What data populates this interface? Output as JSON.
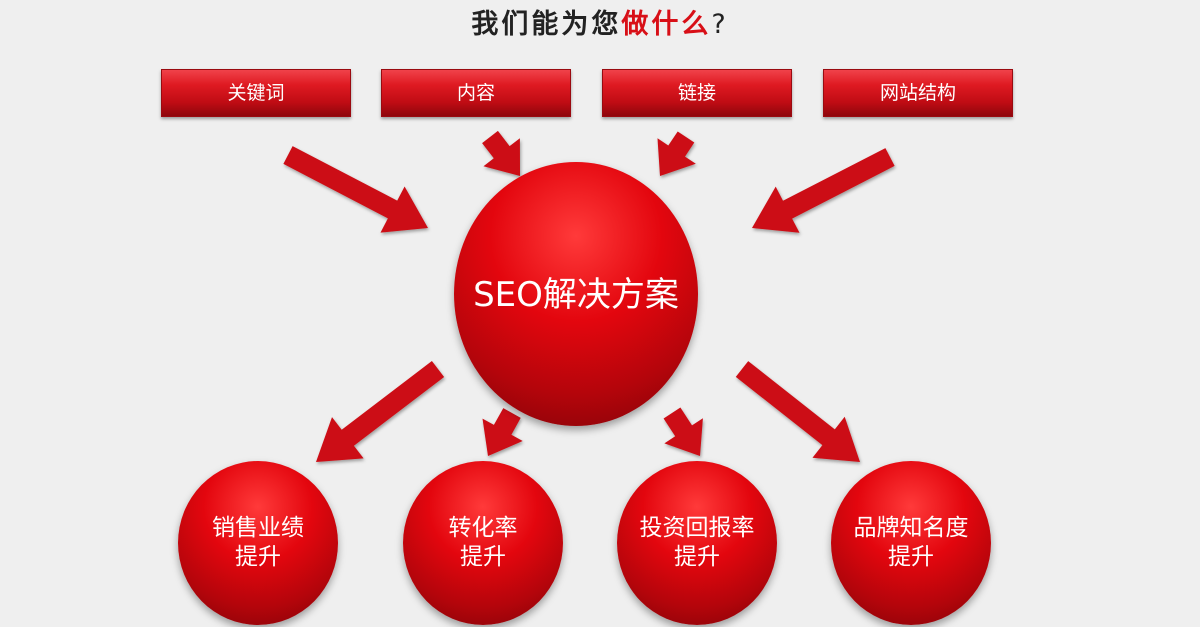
{
  "headline": {
    "text_plain": "我们能为您",
    "text_accent": "做什么",
    "question_mark": "?"
  },
  "inputs": [
    {
      "label": "关键词"
    },
    {
      "label": "内容"
    },
    {
      "label": "链接"
    },
    {
      "label": "网站结构"
    }
  ],
  "hub": {
    "label": "SEO解决方案"
  },
  "outcomes": [
    {
      "line1": "销售业绩",
      "line2": "提升"
    },
    {
      "line1": "转化率",
      "line2": "提升"
    },
    {
      "line1": "投资回报率",
      "line2": "提升"
    },
    {
      "line1": "品牌知名度",
      "line2": "提升"
    }
  ],
  "colors": {
    "accent": "#d80f17",
    "arrow": "#cc0a12",
    "background": "#efefef",
    "text_dark": "#222222"
  }
}
